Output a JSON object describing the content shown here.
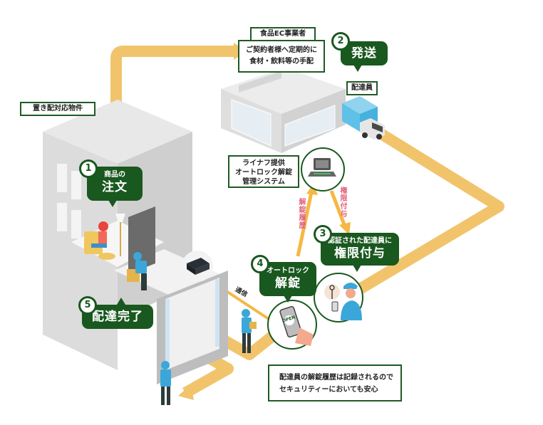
{
  "colors": {
    "accent_green": "#19581f",
    "path_yellow": "#f1c46c",
    "label_pink": "#e2617e",
    "uniform_blue": "#3ba7d9"
  },
  "labels": {
    "property": "置き配対応物件",
    "ec_title": "食品EC事業者",
    "ec_desc_line1": "ご契約者様へ定期的に",
    "ec_desc_line2": "食材・飲料等の手配",
    "courier": "配達員",
    "system_line1": "ライナフ提供",
    "system_line2": "オートロック解錠",
    "system_line3": "管理システム",
    "unlock_history": "解錠履歴",
    "grant_permission": "権限付与",
    "communication": "通信",
    "open_button": "OPEN",
    "security_line1": "配達員の解錠履歴は記録されるので",
    "security_line2": "セキュリティーにおいても安心"
  },
  "steps": [
    {
      "number": "1",
      "sub": "商品の",
      "title": "注文"
    },
    {
      "number": "2",
      "sub": "",
      "title": "発送"
    },
    {
      "number": "3",
      "sub": "認証された配達員に",
      "title": "権限付与"
    },
    {
      "number": "4",
      "sub": "オートロック",
      "title": "解錠"
    },
    {
      "number": "5",
      "sub": "",
      "title": "配達完了"
    }
  ]
}
